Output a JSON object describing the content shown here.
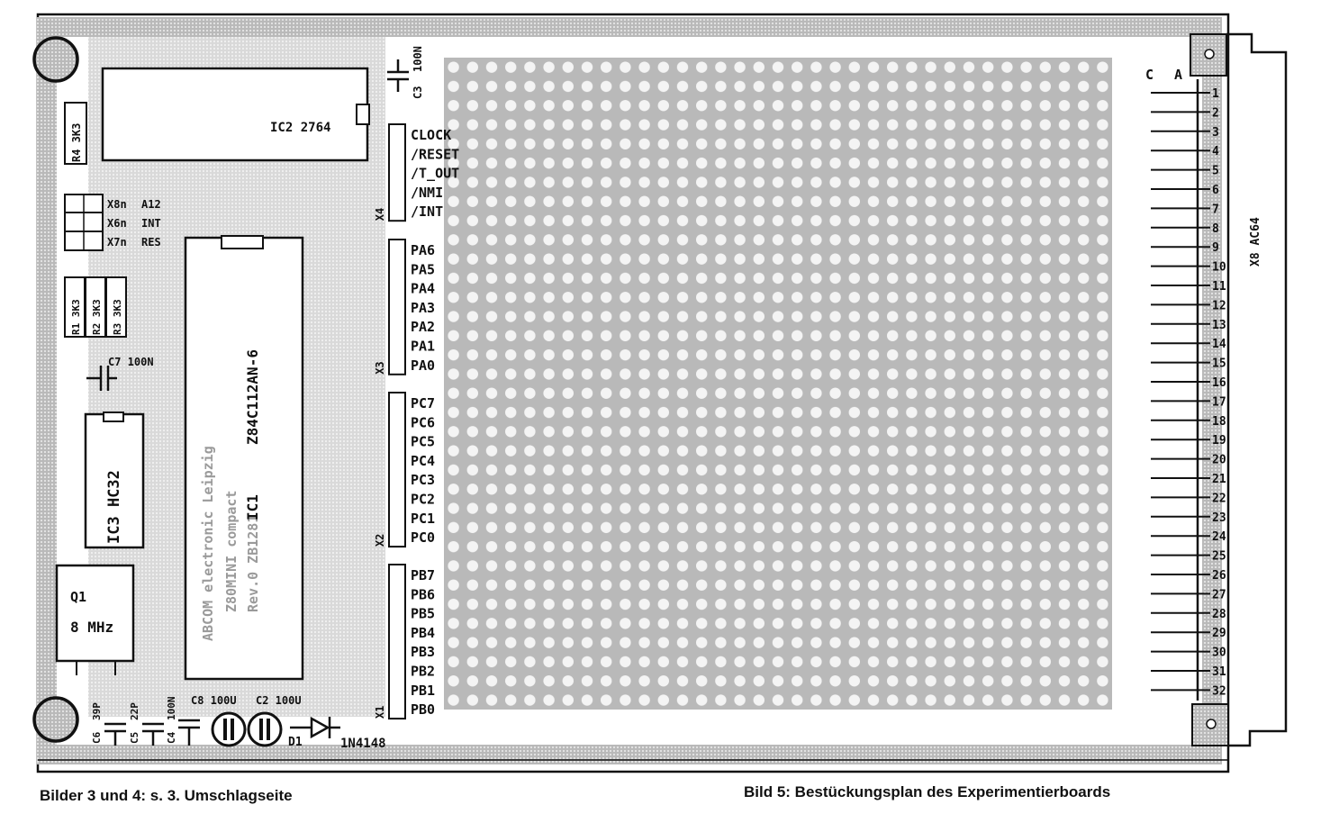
{
  "captions": {
    "left": "Bilder 3 und 4:  s. 3. Umschlagseite",
    "right": "Bild 5:  Bestückungsplan des Experimentierboards"
  },
  "ic2": {
    "label": "IC2 2764"
  },
  "ic1": {
    "type": "Z84C112AN-6",
    "lines": [
      "ABCOM electronic Leipzig",
      "Z80MINI compact",
      "Rev.0 ZB1281"
    ],
    "ref": "IC1"
  },
  "ic3": {
    "label": "IC3 HC32"
  },
  "quartz": {
    "ref": "Q1",
    "freq": "8 MHz"
  },
  "c3_top": {
    "ref": "C3",
    "value": "100N"
  },
  "c7": {
    "label": "C7 100N"
  },
  "r4": {
    "label": "R4 3K3"
  },
  "resistors": [
    "R1 3K3",
    "R2 3K3",
    "R3 3K3"
  ],
  "jumpers": [
    {
      "ref": "X8n",
      "sig": "A12"
    },
    {
      "ref": "X6n",
      "sig": "INT"
    },
    {
      "ref": "X7n",
      "sig": "RES"
    }
  ],
  "x4": {
    "ref": "X4",
    "pins": [
      "CLOCK",
      "/RESET",
      "/T_OUT",
      "/NMI",
      "/INT"
    ]
  },
  "x3": {
    "ref": "X3",
    "pins": [
      "PA6",
      "PA5",
      "PA4",
      "PA3",
      "PA2",
      "PA1",
      "PA0"
    ]
  },
  "x2": {
    "ref": "X2",
    "pins": [
      "PC7",
      "PC6",
      "PC5",
      "PC4",
      "PC3",
      "PC2",
      "PC1",
      "PC0"
    ]
  },
  "x1": {
    "ref": "X1",
    "pins": [
      "PB7",
      "PB6",
      "PB5",
      "PB4",
      "PB3",
      "PB2",
      "PB1",
      "PB0"
    ]
  },
  "bottom_caps": [
    {
      "ref": "C6",
      "value": "39P"
    },
    {
      "ref": "C5",
      "value": "22P"
    },
    {
      "ref": "C4",
      "value": "100N"
    }
  ],
  "elko_labels": {
    "c8": "C8 100U",
    "c2": "C2 100U"
  },
  "diode": {
    "ref": "D1",
    "type": "1N4148"
  },
  "connector": {
    "label": "X8 AC64",
    "col_c": "C",
    "col_a": "A",
    "pins": [
      "1",
      "2",
      "3",
      "4",
      "5",
      "6",
      "7",
      "8",
      "9",
      "10",
      "11",
      "12",
      "13",
      "14",
      "15",
      "16",
      "17",
      "18",
      "19",
      "20",
      "21",
      "22",
      "23",
      "24",
      "25",
      "26",
      "27",
      "28",
      "29",
      "30",
      "31",
      "32"
    ]
  }
}
